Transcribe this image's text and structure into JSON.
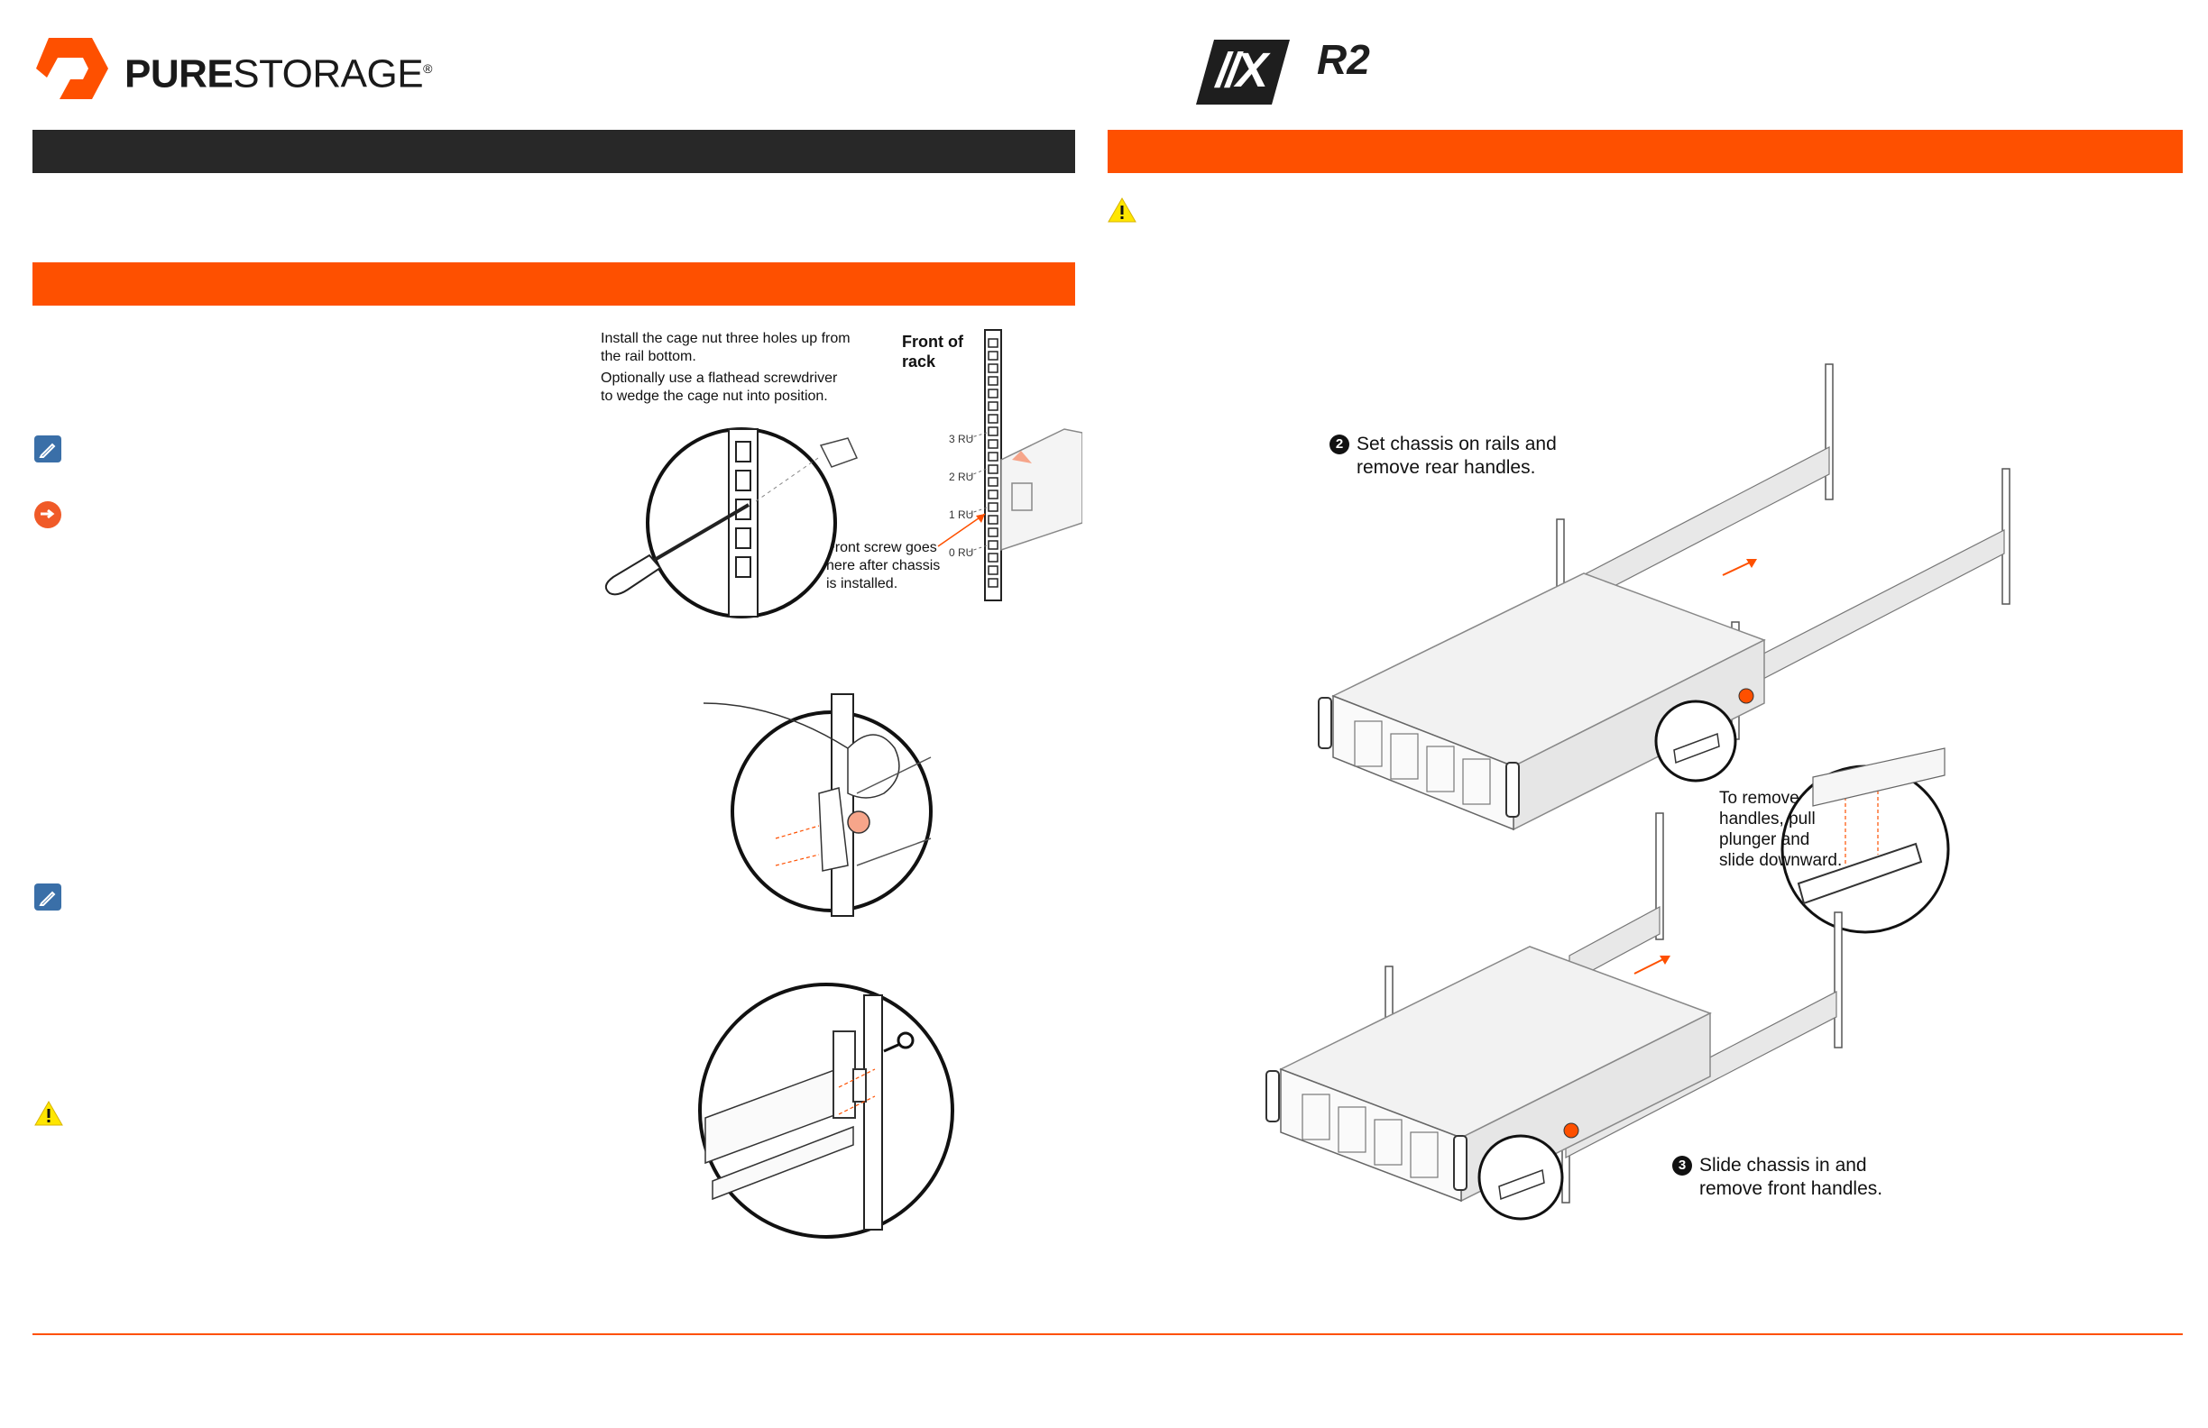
{
  "brand": {
    "name_bold": "PURE",
    "name_light": "STORAGE",
    "registered": "®",
    "logo_color": "#fe5000"
  },
  "product": {
    "mark": "//X",
    "suffix": "R2"
  },
  "colors": {
    "accent": "#fe5000",
    "dark_bar": "#282828",
    "note_blue": "#3a6fa8",
    "warning_yellow": "#ffe600"
  },
  "left_figure": {
    "callout_cage_nut": [
      "Install the cage nut three holes up from",
      "the rail bottom."
    ],
    "callout_screwdriver": [
      "Optionally use a flathead screwdriver",
      "to wedge the cage nut into position."
    ],
    "front_of_rack": [
      "Front of",
      "rack"
    ],
    "ru_labels": [
      "3 RU",
      "2 RU",
      "1 RU",
      "0 RU"
    ],
    "front_screw": [
      "Front screw goes",
      "here after chassis",
      "is installed."
    ]
  },
  "right_figure": {
    "step2_number": "2",
    "step2_text": [
      "Set chassis on rails and",
      "remove rear handles."
    ],
    "remove_handles": [
      "To remove",
      "handles, pull",
      "plunger and",
      "slide downward."
    ],
    "step3_number": "3",
    "step3_text": [
      "Slide chassis in and",
      "remove front handles."
    ]
  }
}
